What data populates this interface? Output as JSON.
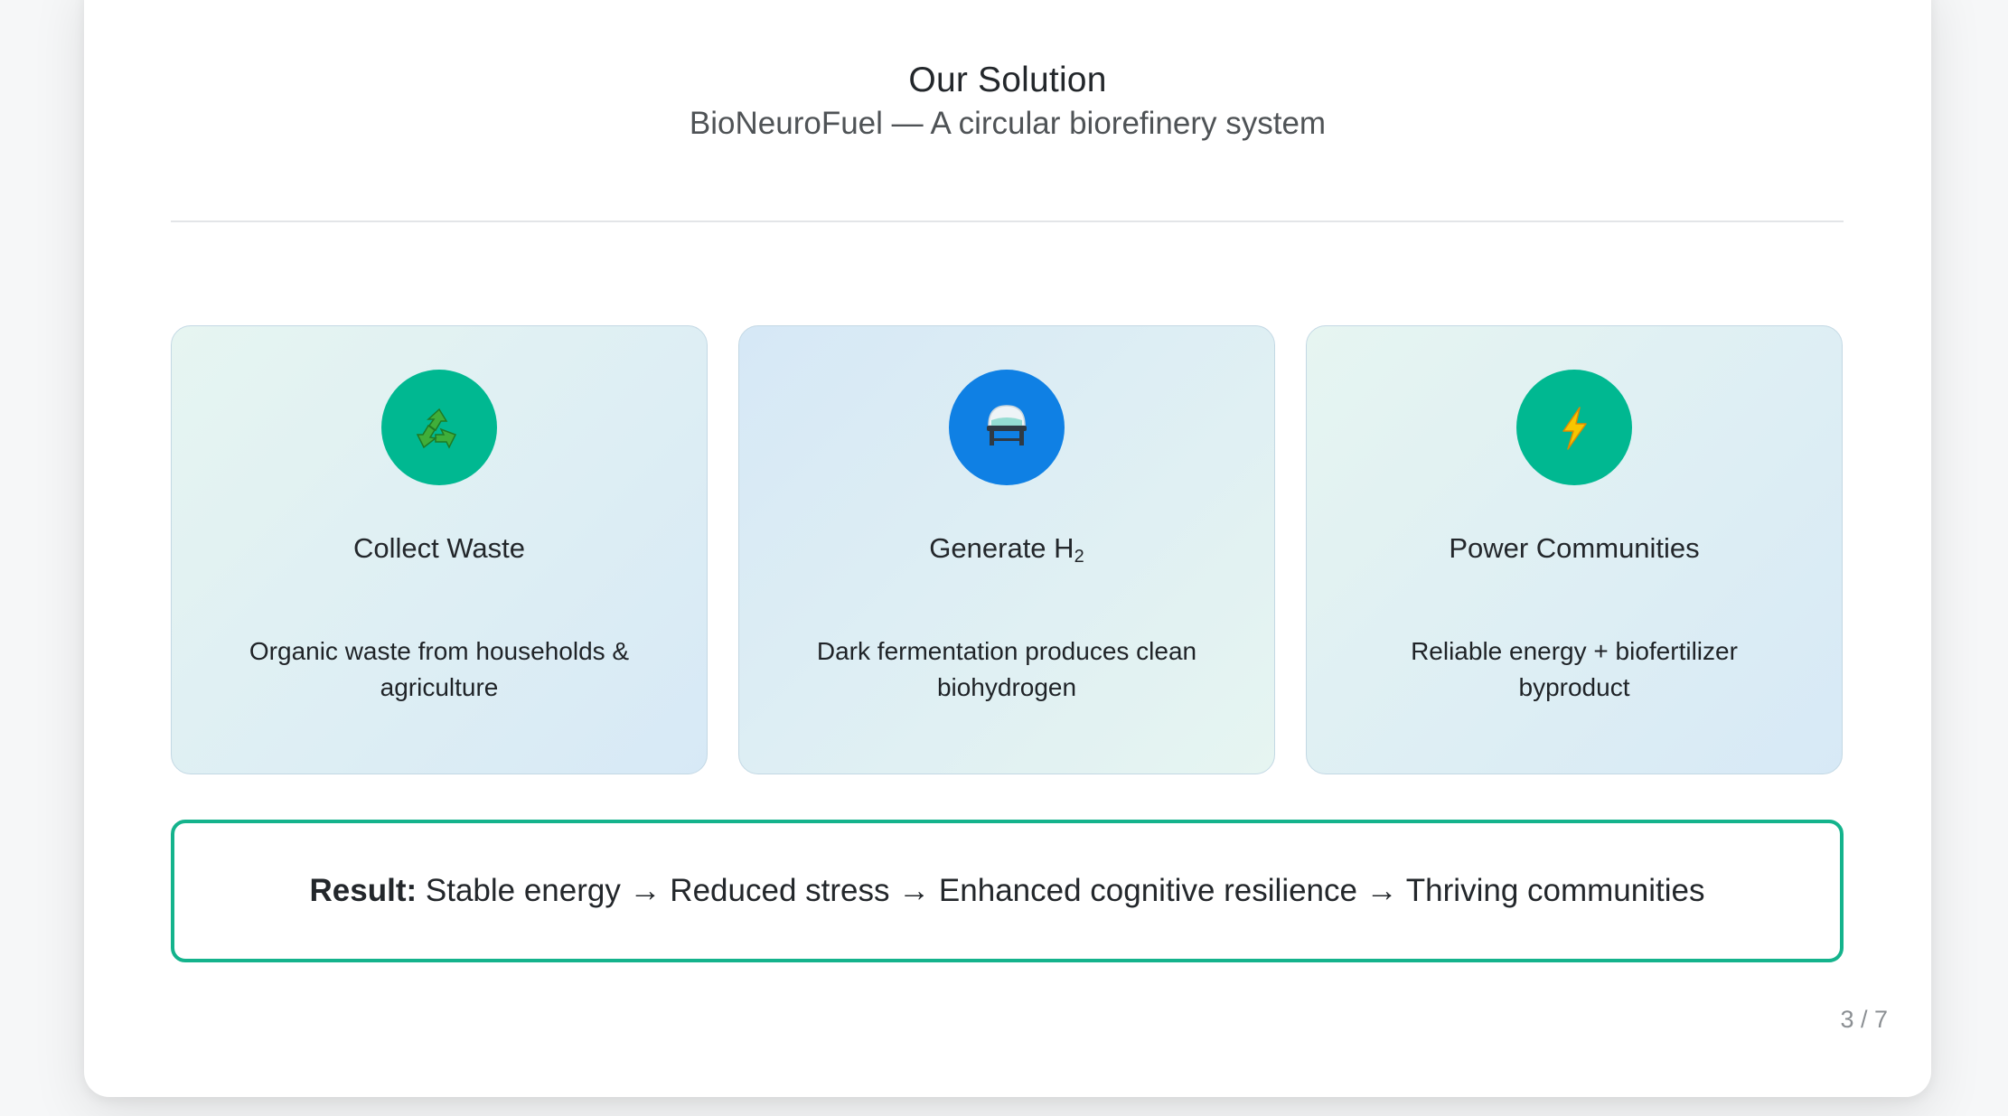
{
  "slide": {
    "title": "Our Solution",
    "subtitle": "BioNeuroFuel — A circular biorefinery system",
    "page_number": "3 / 7"
  },
  "steps": [
    {
      "icon": "recycle-icon",
      "icon_color": "#00b891",
      "title": "Collect Waste",
      "description": "Organic waste from households & agriculture"
    },
    {
      "icon": "lab-flask-icon",
      "icon_color": "#0f80e4",
      "title_main": "Generate H",
      "title_sub": "2",
      "description": "Dark fermentation produces clean biohydrogen"
    },
    {
      "icon": "lightning-icon",
      "icon_color": "#00b891",
      "title": "Power Communities",
      "description": "Reliable energy + biofertilizer byproduct"
    }
  ],
  "result": {
    "label": "Result:",
    "text": "Stable energy → Reduced stress → Enhanced cognitive resilience → Thriving communities",
    "border_color": "#14b38c"
  }
}
